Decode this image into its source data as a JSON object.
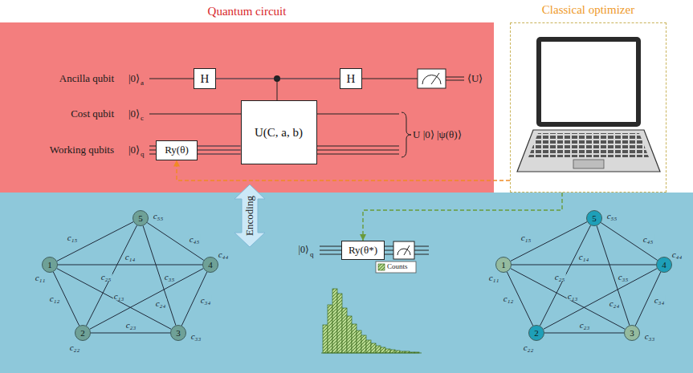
{
  "diagram": {
    "nodes": [
      {
        "text": [
          "Quantum circuit"
        ]
      },
      {
        "text": [
          "H"
        ],
        "in": 0
      },
      {
        "text": [
          "U(C, a, b)"
        ],
        "in": 0
      },
      {
        "text": [
          "H"
        ],
        "in": 0
      },
      {
        "text": [
          "Ry(θ)"
        ],
        "in": 0
      },
      {
        "text": [
          "Classical optimizer"
        ]
      },
      {
        "text": [
          "Encoding"
        ]
      },
      {
        "text": [
          "1",
          "c₁₁"
        ]
      },
      {
        "text": [
          "2",
          "c₂₂"
        ]
      },
      {
        "text": [
          "3",
          "c₃₃"
        ]
      },
      {
        "text": [
          "4",
          "c₄₄"
        ]
      },
      {
        "text": [
          "5",
          "c₅₅"
        ]
      },
      {
        "text": [
          "Ry(θ*)"
        ]
      },
      {
        "text": [
          "1",
          "c₁₁"
        ]
      },
      {
        "text": [
          "2",
          "c₂₂"
        ]
      },
      {
        "text": [
          "3",
          "c₃₃"
        ]
      },
      {
        "text": [
          "4",
          "c₄₄"
        ]
      },
      {
        "text": [
          "5",
          "c₅₅"
        ]
      }
    ],
    "edges": [
      {
        "from": 7,
        "to": 8,
        "arrow": "none",
        "label": "c₁₂"
      },
      {
        "from": 7,
        "to": 9,
        "arrow": "none",
        "label": "c₁₃"
      },
      {
        "from": 7,
        "to": 10,
        "arrow": "none",
        "label": "c₁₄"
      },
      {
        "from": 7,
        "to": 11,
        "arrow": "none",
        "label": "c₁₅"
      },
      {
        "from": 8,
        "to": 9,
        "arrow": "none",
        "label": "c₂₃"
      },
      {
        "from": 8,
        "to": 10,
        "arrow": "none",
        "label": "c₂₄"
      },
      {
        "from": 8,
        "to": 11,
        "arrow": "none",
        "label": "c₂₅"
      },
      {
        "from": 9,
        "to": 10,
        "arrow": "none",
        "label": "c₃₄"
      },
      {
        "from": 9,
        "to": 11,
        "arrow": "none",
        "label": "c₃₅"
      },
      {
        "from": 10,
        "to": 11,
        "arrow": "none",
        "label": "c₄₅"
      },
      {
        "from": 13,
        "to": 14,
        "arrow": "none",
        "label": "c₁₂"
      },
      {
        "from": 13,
        "to": 15,
        "arrow": "none",
        "label": "c₁₃"
      },
      {
        "from": 13,
        "to": 16,
        "arrow": "none",
        "label": "c₁₄"
      },
      {
        "from": 13,
        "to": 17,
        "arrow": "none",
        "label": "c₁₅"
      },
      {
        "from": 14,
        "to": 15,
        "arrow": "none",
        "label": "c₂₃"
      },
      {
        "from": 14,
        "to": 16,
        "arrow": "none",
        "label": "c₂₄"
      },
      {
        "from": 14,
        "to": 17,
        "arrow": "none",
        "label": "c₂₅"
      },
      {
        "from": 15,
        "to": 16,
        "arrow": "none",
        "label": "c₃₄"
      },
      {
        "from": 15,
        "to": 17,
        "arrow": "none",
        "label": "c₃₅"
      },
      {
        "from": 16,
        "to": 17,
        "arrow": "none",
        "label": "c₄₅"
      },
      {
        "from": 1,
        "to": 3,
        "arrow": "none"
      },
      {
        "from": 4,
        "to": 2,
        "arrow": "none"
      },
      {
        "from": 5,
        "to": 4,
        "arrow": "to"
      },
      {
        "from": 5,
        "to": 12,
        "arrow": "to"
      }
    ],
    "labels": [
      "Ancilla qubit",
      "Cost qubit",
      "Working qubits",
      "|0⟩",
      "a",
      "|0⟩",
      "c",
      "|0⟩",
      "q",
      "⟨U⟩",
      "U |0⟩ |ψ(θ)⟩",
      "|0⟩",
      "q"
    ],
    "legend": [
      {
        "text": "Counts"
      }
    ]
  }
}
